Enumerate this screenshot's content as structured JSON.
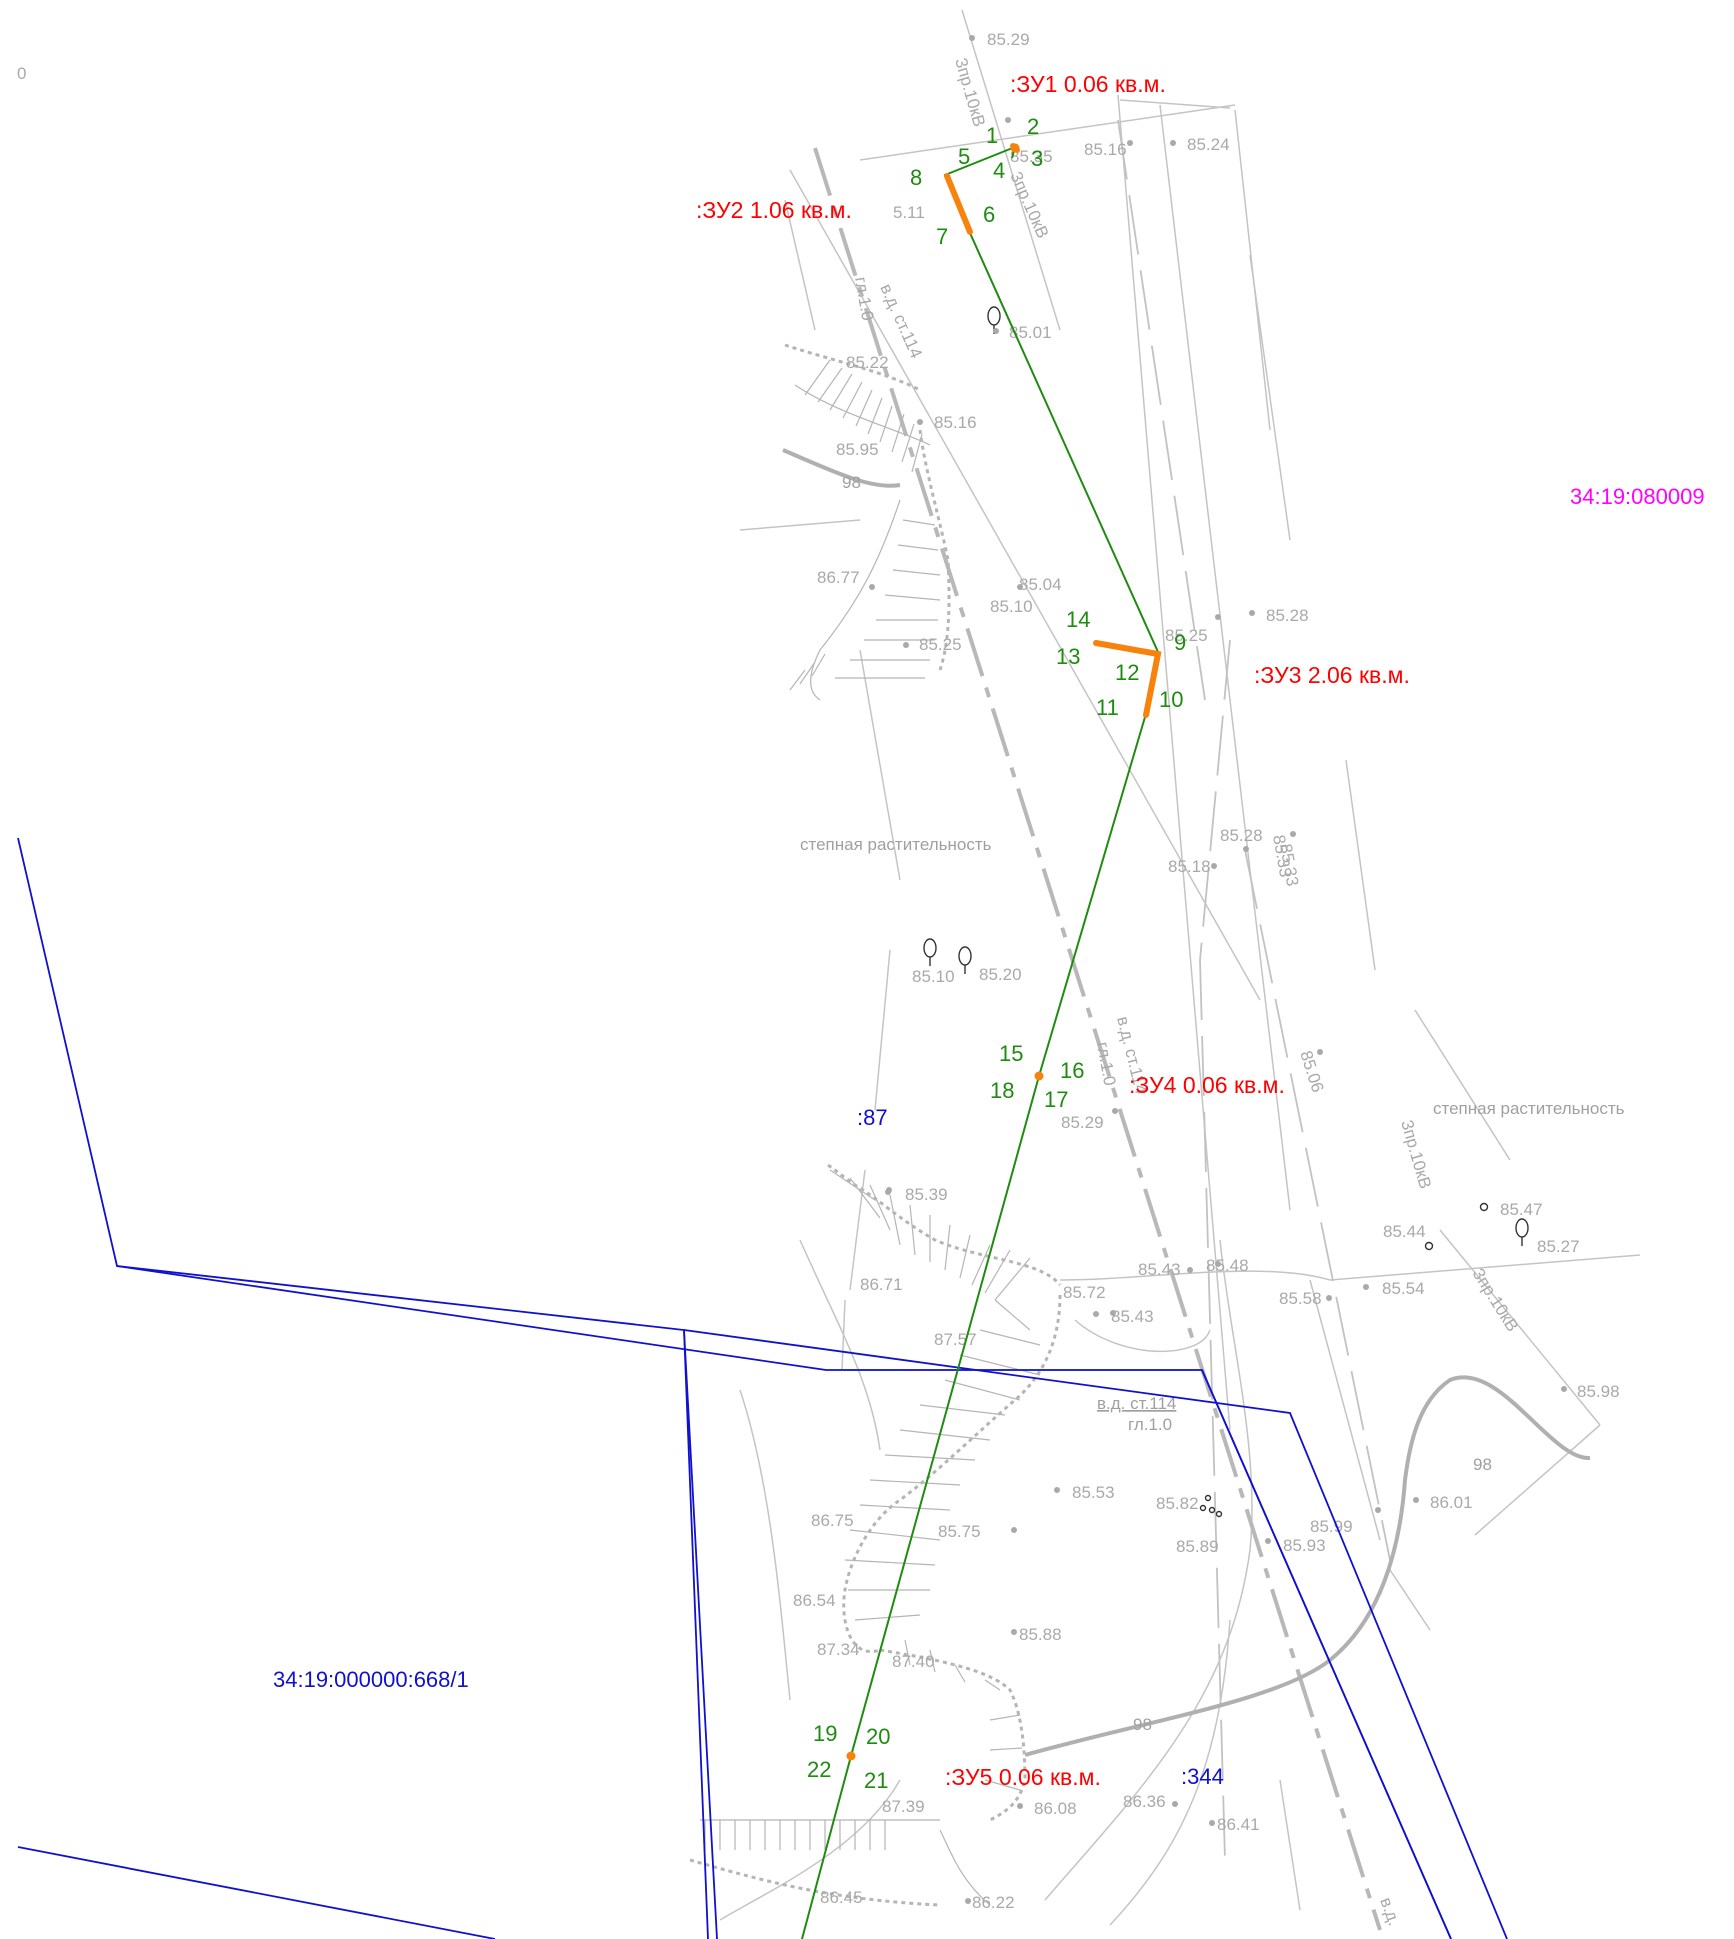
{
  "corner_label": "0",
  "cadastral": {
    "quarter": "34:19:080009",
    "parcel_main": "34:19:000000:668/1",
    "parcel_87": ":87",
    "parcel_344": ":344"
  },
  "land_plots": [
    {
      "label": ":ЗУ1 0.06 кв.м."
    },
    {
      "label": ":ЗУ2 1.06 кв.м."
    },
    {
      "label": ":ЗУ3 2.06 кв.м."
    },
    {
      "label": ":ЗУ4 0.06 кв.м."
    },
    {
      "label": ":ЗУ5 0.06 кв.м."
    }
  ],
  "point_numbers": [
    "1",
    "2",
    "3",
    "4",
    "5",
    "6",
    "7",
    "8",
    "9",
    "10",
    "11",
    "12",
    "13",
    "14",
    "15",
    "16",
    "17",
    "18",
    "19",
    "20",
    "21",
    "22"
  ],
  "elevations": [
    "85.29",
    "85.16",
    "85.24",
    "85.35",
    "5.11",
    "85.01",
    "85.22",
    "85.16",
    "85.95",
    "98",
    "86.77",
    "85.04",
    "85.10",
    "85.25",
    "85.25",
    "85.28",
    "85.28",
    "85.18",
    "85.33",
    "85.10",
    "85.20",
    "85.29",
    "85.39",
    "86.71",
    "85.72",
    "85.43",
    "87.57",
    "85.43",
    "85.48",
    "85.58",
    "85.54",
    "85.44",
    "85.47",
    "85.27",
    "85.98",
    "98",
    "86.01",
    "85.53",
    "85.82",
    "85.89",
    "85.93",
    "85.99",
    "86.75",
    "85.75",
    "86.54",
    "87.34",
    "87.40",
    "85.88",
    "98",
    "87.39",
    "86.08",
    "86.36",
    "86.41",
    "86.45",
    "86.22",
    "85.06"
  ],
  "annotations": {
    "power_line": "3пр.10кВ",
    "pipe_top": "в.д. ст.114",
    "pipe_depth": "гл.1.0",
    "vegetation": "степная растительность",
    "pipe_bottom": "в.д."
  },
  "colors": {
    "route": "#1e8c0f",
    "zu_fill": "#f7820c",
    "parcel_boundary": "#1010d0",
    "labels_red": "#ff0000",
    "quarter": "#ff00ff",
    "topo": "#b5b5b5"
  }
}
